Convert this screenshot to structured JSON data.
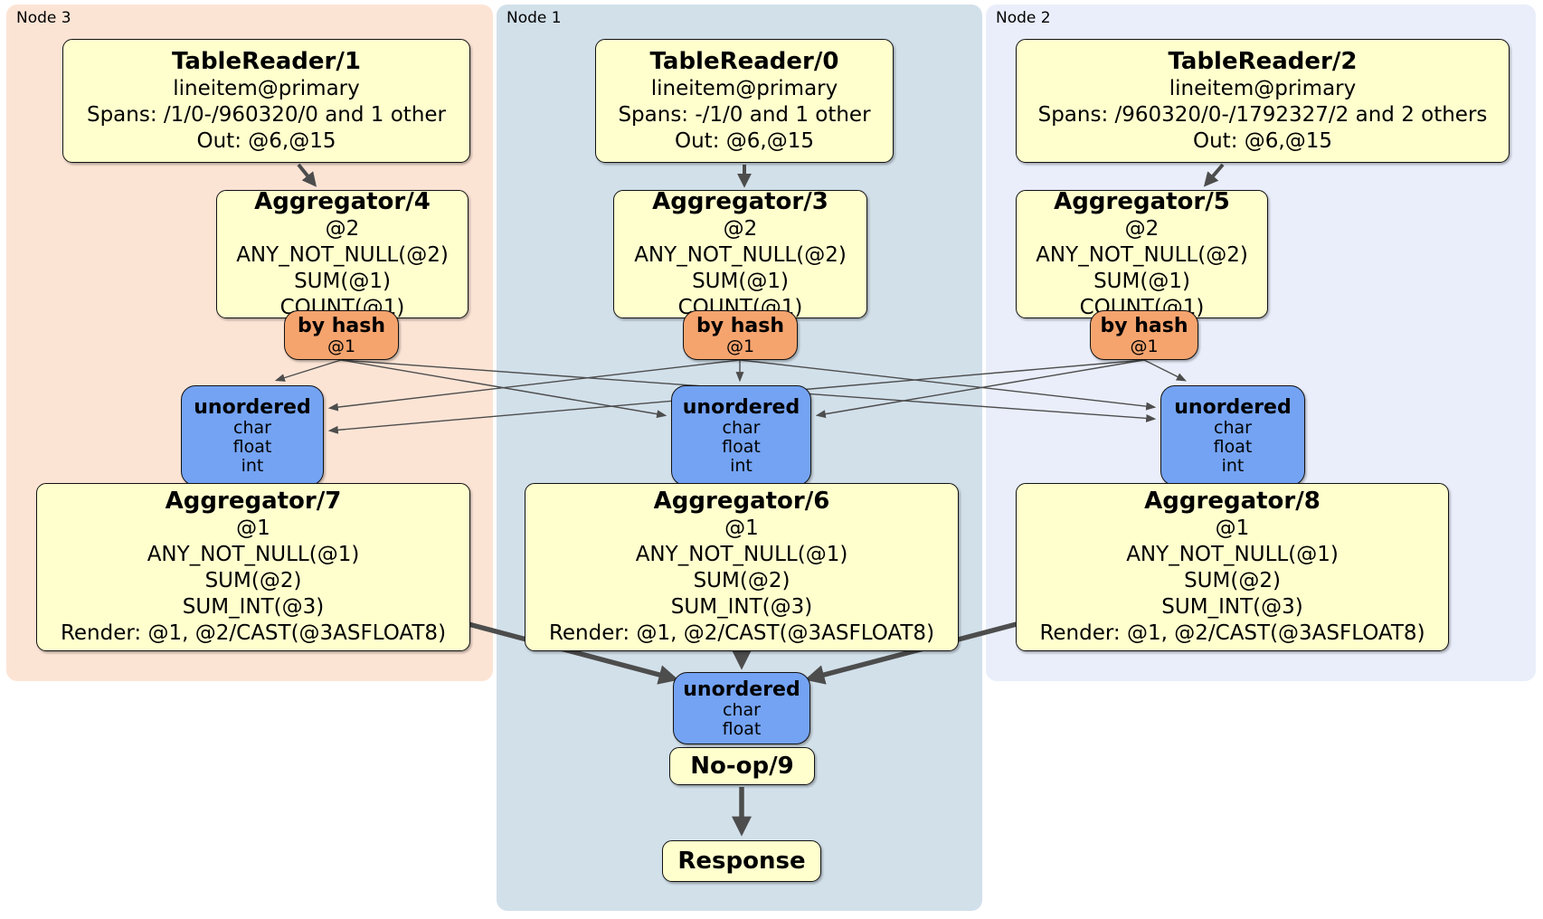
{
  "panels": {
    "node3": {
      "label": "Node 3"
    },
    "node1": {
      "label": "Node 1"
    },
    "node2": {
      "label": "Node 2"
    }
  },
  "boxes": {
    "tablereader1": {
      "title": "TableReader/1",
      "index": "lineitem@primary",
      "spans": "Spans: /1/0-/960320/0 and 1 other",
      "out": "Out: @6,@15"
    },
    "tablereader0": {
      "title": "TableReader/0",
      "index": "lineitem@primary",
      "spans": "Spans: -/1/0 and 1 other",
      "out": "Out: @6,@15"
    },
    "tablereader2": {
      "title": "TableReader/2",
      "index": "lineitem@primary",
      "spans": "Spans: /960320/0-/1792327/2 and 2 others",
      "out": "Out: @6,@15"
    },
    "aggregator4": {
      "title": "Aggregator/4",
      "group": "@2",
      "agg1": "ANY_NOT_NULL(@2)",
      "agg2": "SUM(@1)",
      "agg3": "COUNT(@1)"
    },
    "aggregator3": {
      "title": "Aggregator/3",
      "group": "@2",
      "agg1": "ANY_NOT_NULL(@2)",
      "agg2": "SUM(@1)",
      "agg3": "COUNT(@1)"
    },
    "aggregator5": {
      "title": "Aggregator/5",
      "group": "@2",
      "agg1": "ANY_NOT_NULL(@2)",
      "agg2": "SUM(@1)",
      "agg3": "COUNT(@1)"
    },
    "byhash_node3": {
      "title": "by hash",
      "key": "@1"
    },
    "byhash_node1": {
      "title": "by hash",
      "key": "@1"
    },
    "byhash_node2": {
      "title": "by hash",
      "key": "@1"
    },
    "unordered_node3": {
      "title": "unordered",
      "col1": "char",
      "col2": "float",
      "col3": "int"
    },
    "unordered_node1": {
      "title": "unordered",
      "col1": "char",
      "col2": "float",
      "col3": "int"
    },
    "unordered_node2": {
      "title": "unordered",
      "col1": "char",
      "col2": "float",
      "col3": "int"
    },
    "aggregator7": {
      "title": "Aggregator/7",
      "group": "@1",
      "agg1": "ANY_NOT_NULL(@1)",
      "agg2": "SUM(@2)",
      "agg3": "SUM_INT(@3)",
      "render": "Render: @1, @2/CAST(@3ASFLOAT8)"
    },
    "aggregator6": {
      "title": "Aggregator/6",
      "group": "@1",
      "agg1": "ANY_NOT_NULL(@1)",
      "agg2": "SUM(@2)",
      "agg3": "SUM_INT(@3)",
      "render": "Render: @1, @2/CAST(@3ASFLOAT8)"
    },
    "aggregator8": {
      "title": "Aggregator/8",
      "group": "@1",
      "agg1": "ANY_NOT_NULL(@1)",
      "agg2": "SUM(@2)",
      "agg3": "SUM_INT(@3)",
      "render": "Render: @1, @2/CAST(@3ASFLOAT8)"
    },
    "unordered_final": {
      "title": "unordered",
      "col1": "char",
      "col2": "float"
    },
    "noop": {
      "title": "No-op/9"
    },
    "response": {
      "title": "Response"
    }
  },
  "colors": {
    "panel_node3_bg": "#fce4d5",
    "panel_node1_bg": "#d2e0ea",
    "panel_node2_bg": "#e9eefa",
    "processor_fill": "#ffffce",
    "hash_router_fill": "#f6a46e",
    "stream_fill": "#74a3f3",
    "edge": "#4d4d4d"
  }
}
